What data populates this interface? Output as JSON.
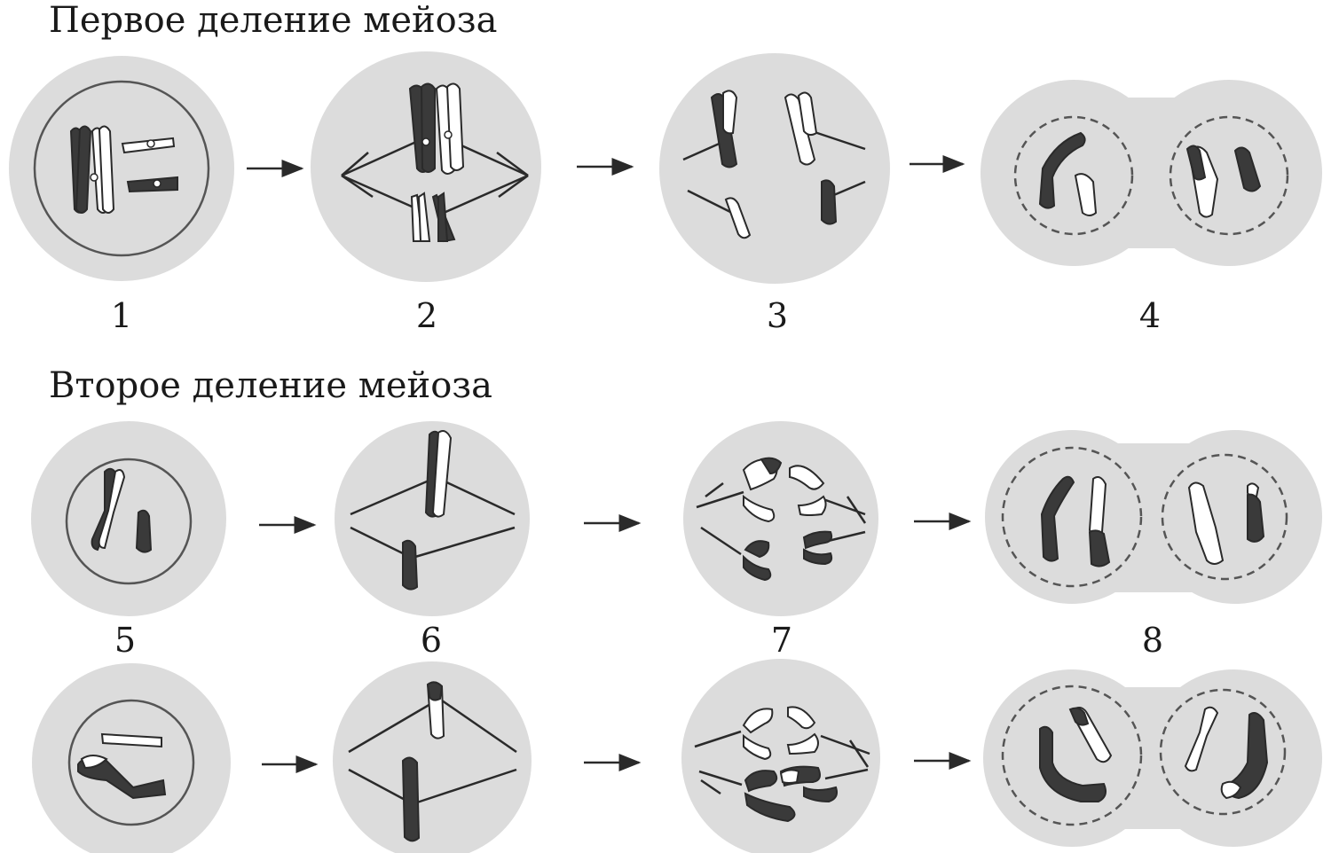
{
  "sections": {
    "first_division_title": "Первое деление мейоза",
    "second_division_title": "Второе деление мейоза"
  },
  "stage_labels": [
    "1",
    "2",
    "3",
    "4",
    "5",
    "6",
    "7",
    "8"
  ],
  "colors": {
    "cytoplasm": "#dcdcdc",
    "chromosome_dark": "#3a3a3a",
    "chromosome_light": "#ffffff",
    "outline": "#2a2a2a",
    "nuclear_membrane": "#555555"
  }
}
